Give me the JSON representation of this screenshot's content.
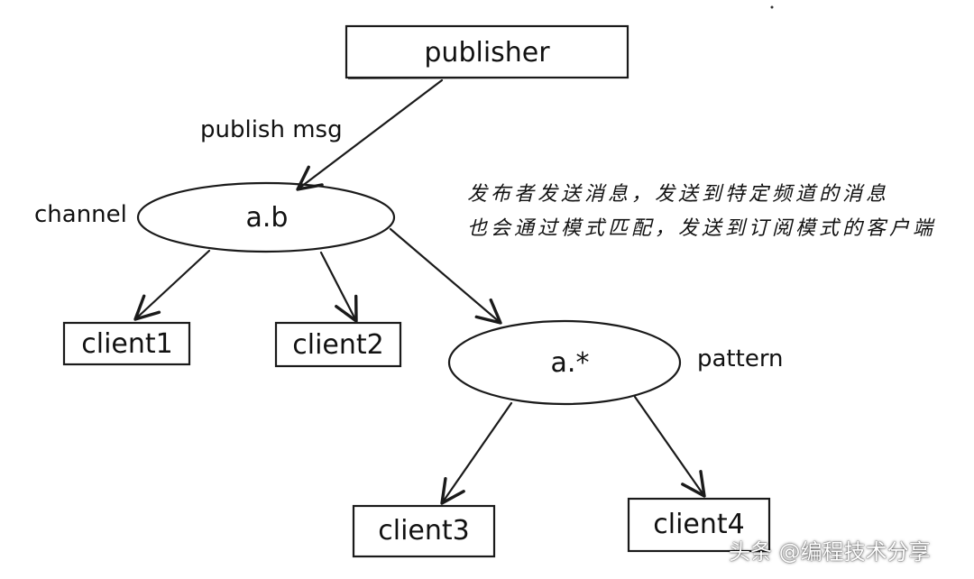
{
  "diagram": {
    "publisher_label": "publisher",
    "publish_edge_label": "publish msg",
    "channel_side_label": "channel",
    "channel_node_label": "a.b",
    "pattern_node_label": "a.*",
    "pattern_side_label": "pattern",
    "client1_label": "client1",
    "client2_label": "client2",
    "client3_label": "client3",
    "client4_label": "client4",
    "note_line1": "发布者发送消息，发送到特定频道的消息",
    "note_line2": "也会通过模式匹配，发送到订阅模式的客户端"
  },
  "watermark": {
    "text": "头条 @编程技术分享"
  }
}
